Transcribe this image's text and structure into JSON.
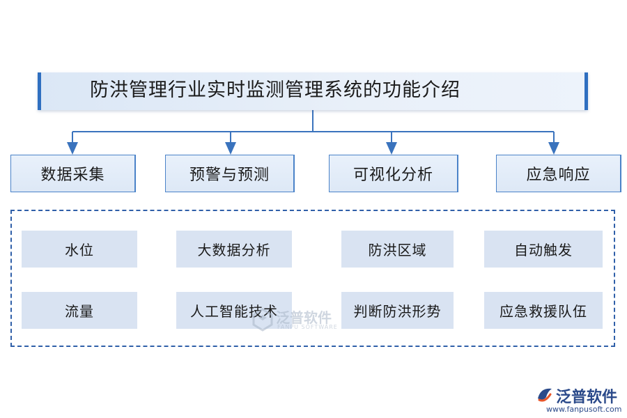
{
  "title": "防洪管理行业实时监测管理系统的功能介绍",
  "categories": [
    {
      "label": "数据采集",
      "items": [
        "水位",
        "流量"
      ]
    },
    {
      "label": "预警与预测",
      "items": [
        "大数据分析",
        "人工智能技术"
      ]
    },
    {
      "label": "可视化分析",
      "items": [
        "防洪区域",
        "判断防洪形势"
      ]
    },
    {
      "label": "应急响应",
      "items": [
        "自动触发",
        "应急救援队伍"
      ]
    }
  ],
  "watermark": {
    "brand": "泛普软件",
    "brand_en": "FANPU SOFTWARE",
    "url": "www.fanpusoft.com"
  },
  "colors": {
    "accent": "#2f6fc0",
    "box_fill": "#d9e3f2",
    "border": "#4a82c8"
  }
}
